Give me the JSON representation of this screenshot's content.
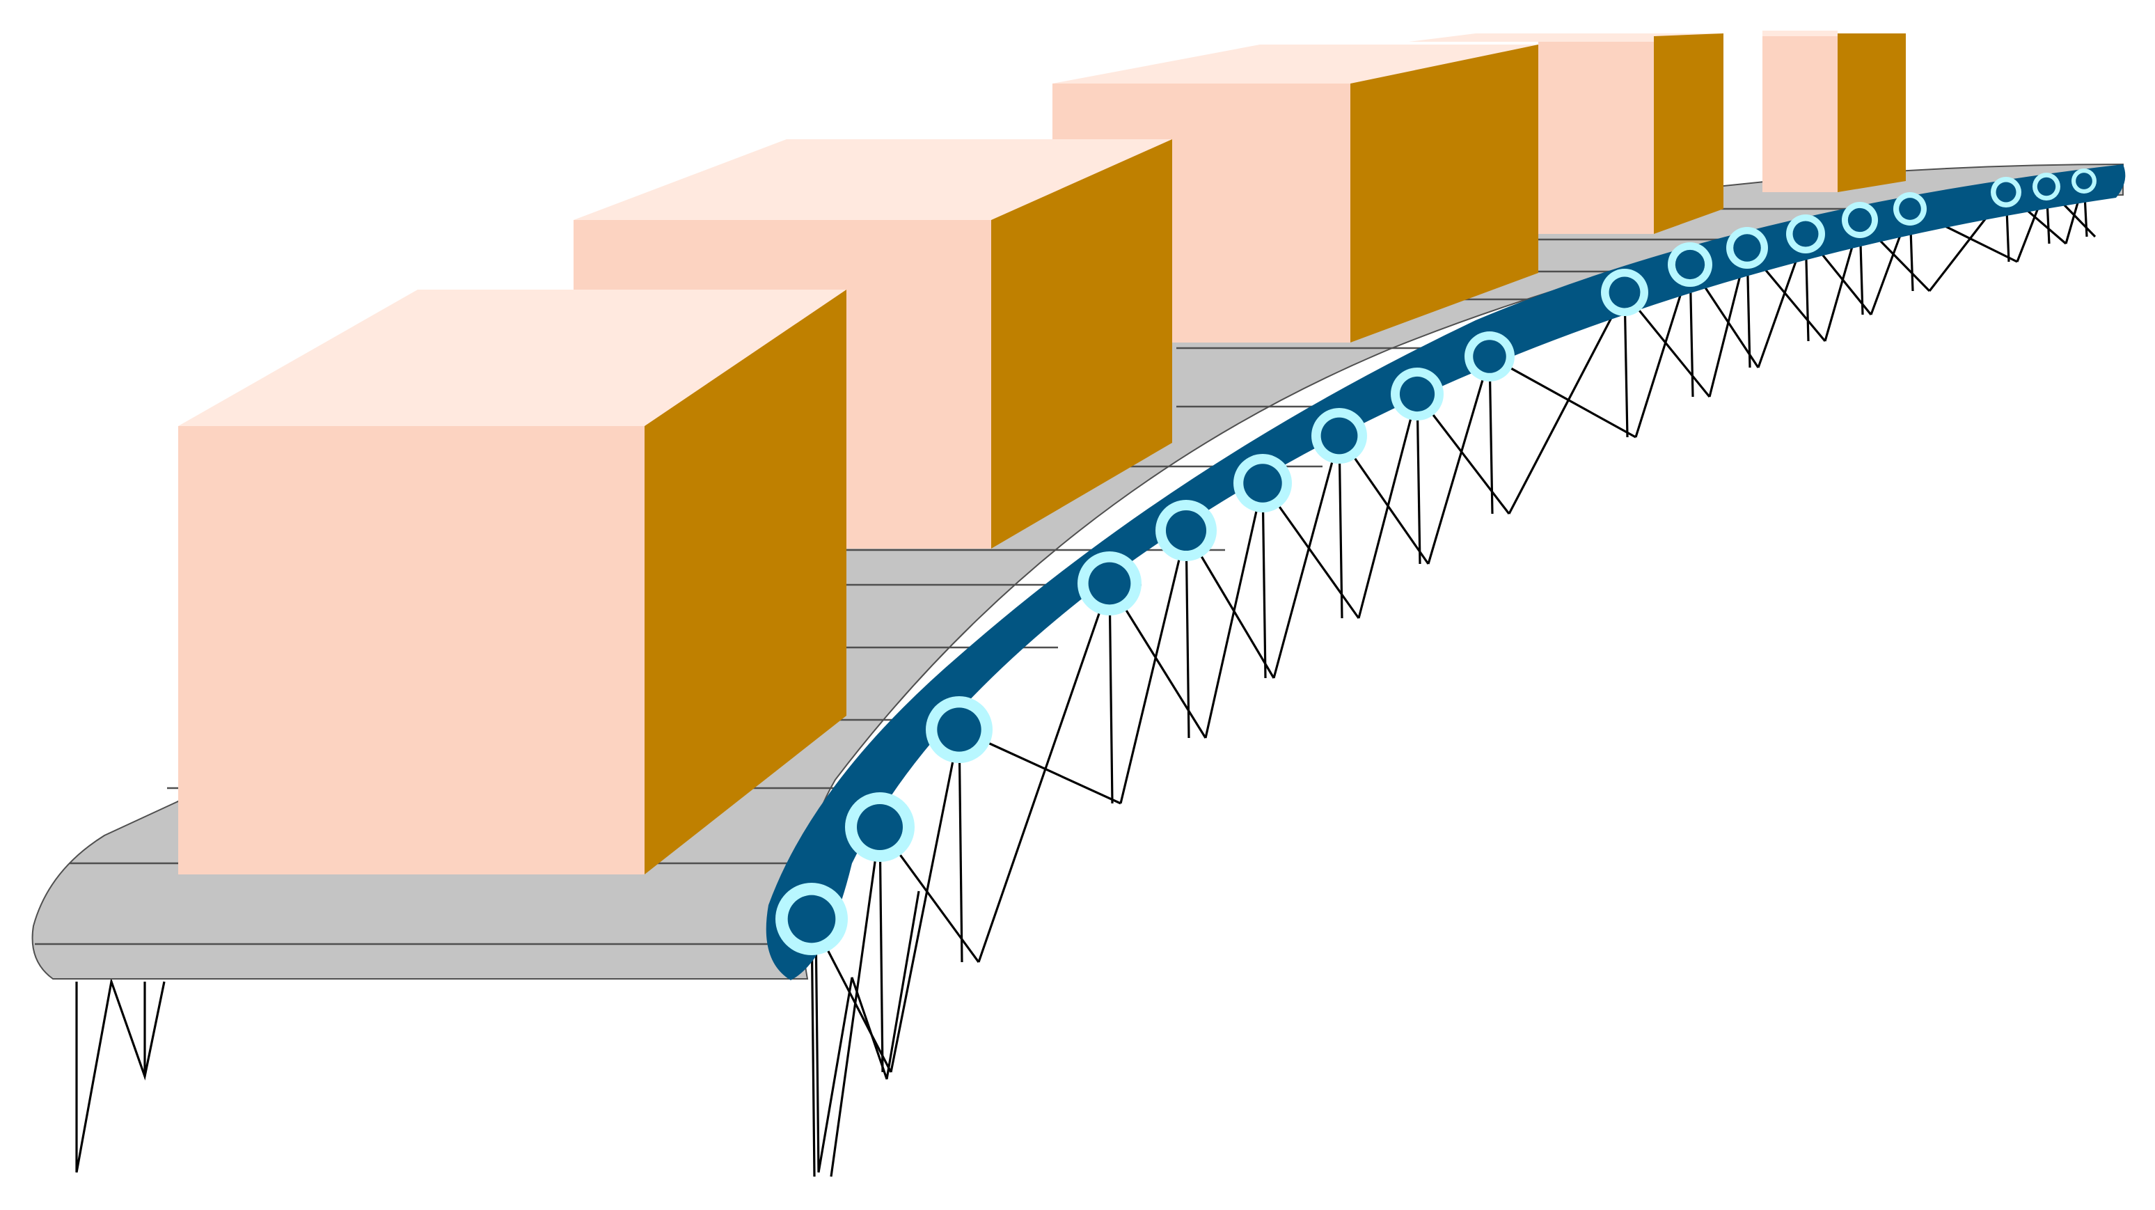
{
  "scene": {
    "subject": "conveyor-belt-with-boxes",
    "box_count": 5,
    "roller_count": 18,
    "colors": {
      "background": "#ffffff",
      "box_front": "#fcd3c1",
      "box_top": "#ffe9df",
      "box_side": "#bf8000",
      "belt_surface": "#c4c4c4",
      "belt_line": "#4f4f4f",
      "rail": "#025582",
      "roller_ring": "#b8f7ff",
      "support_line": "#000000"
    }
  }
}
